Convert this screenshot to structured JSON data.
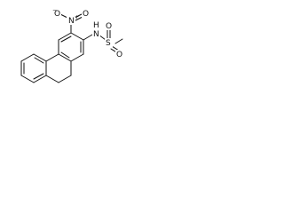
{
  "atoms": {
    "n1": "N",
    "o1": "O",
    "o2": "O",
    "plus": "+",
    "minus": "−",
    "n2": "N",
    "h1": "H",
    "s": "S",
    "o3": "O",
    "o4": "O"
  },
  "colors": {
    "ink": "#111111",
    "background": "#ffffff"
  }
}
